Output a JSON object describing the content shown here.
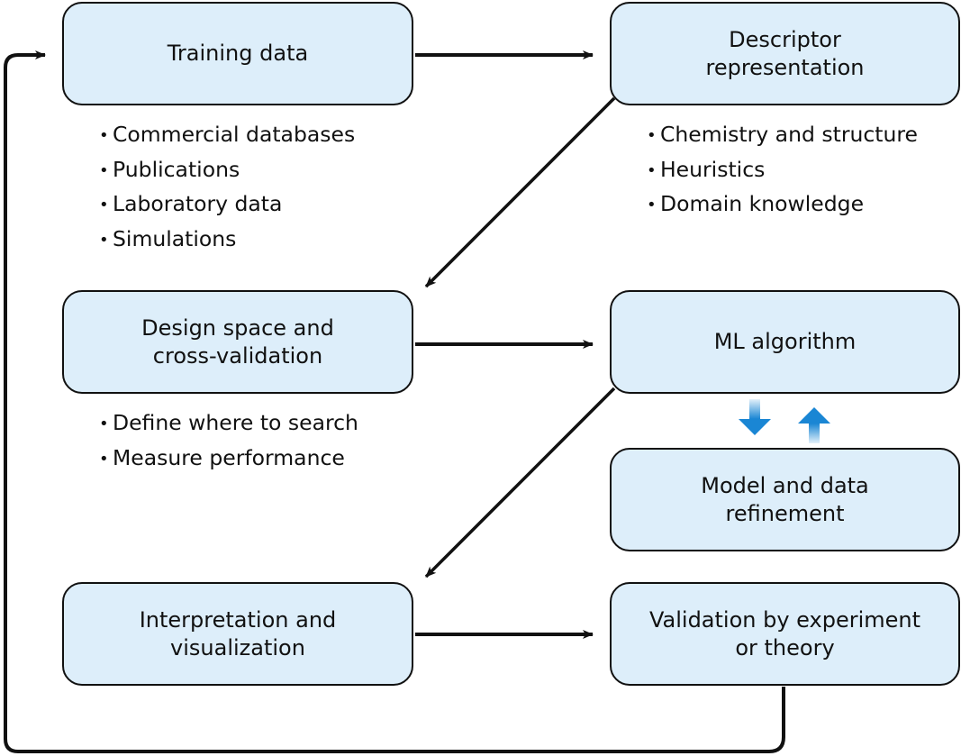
{
  "boxes": {
    "training": {
      "lines": [
        "Training data"
      ]
    },
    "descriptor": {
      "lines": [
        "Descriptor",
        "representation"
      ]
    },
    "design": {
      "lines": [
        "Design space and",
        "cross-validation"
      ]
    },
    "ml": {
      "lines": [
        "ML algorithm"
      ]
    },
    "refinement": {
      "lines": [
        "Model and data",
        "refinement"
      ]
    },
    "interpretation": {
      "lines": [
        "Interpretation and",
        "visualization"
      ]
    },
    "validation": {
      "lines": [
        "Validation by experiment",
        "or theory"
      ]
    }
  },
  "bullets": {
    "training": [
      "Commercial databases",
      "Publications",
      "Laboratory data",
      "Simulations"
    ],
    "descriptor": [
      "Chemistry and structure",
      "Heuristics",
      "Domain knowledge"
    ],
    "design": [
      "Define where to search",
      "Measure performance"
    ]
  },
  "colors": {
    "box_fill": "#ddeefa",
    "stroke": "#111111",
    "feedback_arrow": "#1a86d4"
  },
  "icons": {
    "down": "arrow-down-icon",
    "up": "arrow-up-icon"
  }
}
